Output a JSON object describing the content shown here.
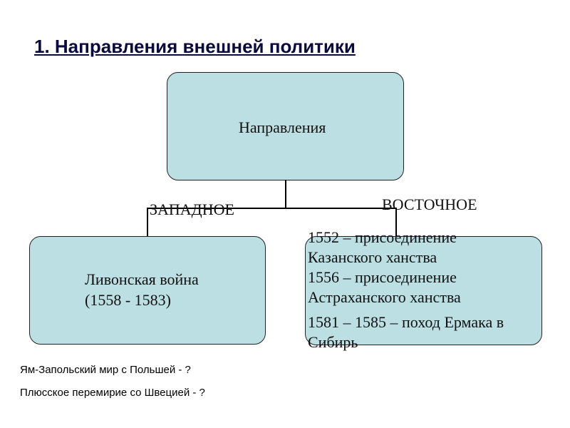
{
  "title": "1. Направления внешней политики",
  "root": "Направления",
  "west": {
    "label": "ЗАПАДНОЕ",
    "lines": [
      "Ливонская война",
      "(1558 - 1583)"
    ]
  },
  "east": {
    "label": "ВОСТОЧНОЕ",
    "lines": [
      "1552 – присоединение",
      "Казанского ханства",
      "1556 – присоединение",
      "Астраханского ханства",
      "1581 – 1585 – поход Ермака в",
      "Сибирь"
    ]
  },
  "notes": [
    "Ям-Запольский мир с Польшей - ?",
    "Плюсское перемирие со Швецией - ?"
  ],
  "colors": {
    "box": "#bcdfe3"
  }
}
